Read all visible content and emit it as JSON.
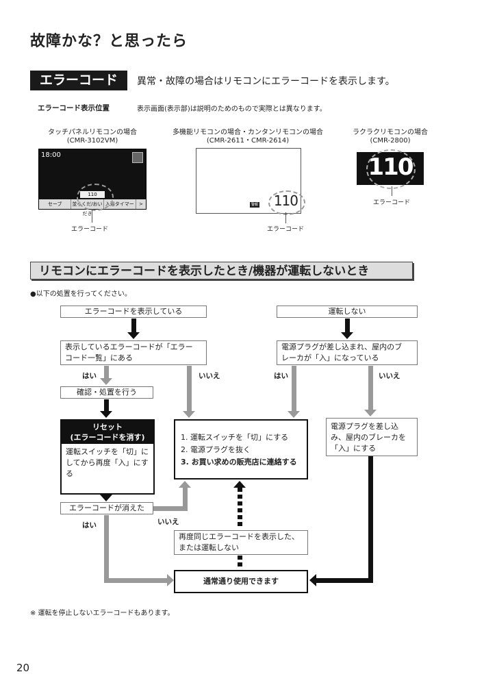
{
  "header": {
    "title": "故障かな？と思ったら"
  },
  "section1": {
    "badge": "エラーコード",
    "description": "異常・故障の場合はリモコンにエラーコードを表示します。",
    "location_label": "エラーコード表示位置",
    "location_note": "表示画面(表示部)は説明のためのもので実際とは異なります。"
  },
  "remotes": [
    {
      "caption1": "タッチパネルリモコンの場合",
      "caption2": "(CMR-3102VM)",
      "time": "18:00",
      "code": "110",
      "buttons": [
        "セーブ",
        "並らくだ/おいだき",
        "入浴タイマー",
        ">"
      ],
      "label": "エラーコード"
    },
    {
      "caption1": "多機能リモコンの場合・カンタンリモコンの場合",
      "caption2": "(CMR-2611・CMR-2614)",
      "mini": "警報",
      "code": "110",
      "label": "エラーコード"
    },
    {
      "caption1": "ラクラクリモコンの場合",
      "caption2": "(CMR-2800)",
      "code": "110",
      "label": "エラーコード"
    }
  ],
  "section2": {
    "title": "リモコンにエラーコードを表示したとき/機器が運転しないとき",
    "bullet": "●以下の処置を行ってください。"
  },
  "flow": {
    "start_left": "エラーコードを表示している",
    "start_right": "運転しない",
    "q_left_1": "表示しているエラーコードが「エラー",
    "q_left_2": "コード一覧」にある",
    "q_right_1": "電源プラグが差し込まれ、屋内のブ",
    "q_right_2": "レーカが「入」になっている",
    "yes": "はい",
    "no": "いいえ",
    "confirm": "確認・処置を行う",
    "reset_head1": "リセット",
    "reset_head2": "(エラーコードを消す)",
    "reset_body": "運転スイッチを「切」にしてから再度「入」にする",
    "steps": [
      "1. 運転スイッチを「切」にする",
      "2. 電源プラグを抜く",
      "3. お買い求めの販売店に連絡する"
    ],
    "plug_in": "電源プラグを差し込み、屋内のブレーカを「入」にする",
    "cleared": "エラーコードが消えた",
    "again_1": "再度同じエラーコードを表示した、",
    "again_2": "または運転しない",
    "normal": "通常通り使用できます"
  },
  "footnote": "※ 運転を停止しないエラーコードもあります。",
  "page_number": "20"
}
